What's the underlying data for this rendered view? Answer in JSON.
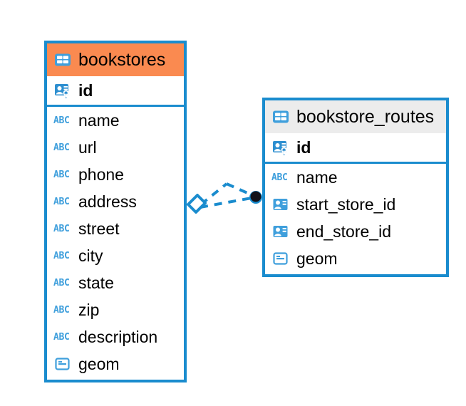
{
  "diagram": {
    "type": "entity-relationship-diagram",
    "background": "#ffffff",
    "accent_color": "#1a8cce",
    "selected_header_color": "#fa8a50",
    "header_color": "#ececec",
    "icon_color": "#3f9fdc",
    "text_color": "#000000"
  },
  "entities": [
    {
      "name": "bookstores",
      "selected": true,
      "header_icon": "table-icon",
      "primary_key": {
        "name": "id",
        "icon": "primary-key-icon"
      },
      "fields": [
        {
          "name": "name",
          "icon": "text-abc-icon"
        },
        {
          "name": "url",
          "icon": "text-abc-icon"
        },
        {
          "name": "phone",
          "icon": "text-abc-icon"
        },
        {
          "name": "address",
          "icon": "text-abc-icon"
        },
        {
          "name": "street",
          "icon": "text-abc-icon"
        },
        {
          "name": "city",
          "icon": "text-abc-icon"
        },
        {
          "name": "state",
          "icon": "text-abc-icon"
        },
        {
          "name": "zip",
          "icon": "text-abc-icon"
        },
        {
          "name": "description",
          "icon": "text-abc-icon"
        },
        {
          "name": "geom",
          "icon": "geometry-icon"
        }
      ]
    },
    {
      "name": "bookstore_routes",
      "selected": false,
      "header_icon": "table-icon",
      "primary_key": {
        "name": "id",
        "icon": "primary-key-icon"
      },
      "fields": [
        {
          "name": "name",
          "icon": "text-abc-icon"
        },
        {
          "name": "start_store_id",
          "icon": "foreign-key-icon"
        },
        {
          "name": "end_store_id",
          "icon": "foreign-key-icon"
        },
        {
          "name": "geom",
          "icon": "geometry-icon"
        }
      ]
    }
  ],
  "relationship": {
    "from": "bookstores",
    "to": "bookstore_routes",
    "line_style": "dashed",
    "source_marker": "diamond-open-icon",
    "target_marker": "filled-dot-icon",
    "cardinality": "one-to-many"
  },
  "icon_glyphs": {
    "text-abc-icon": "ABC"
  }
}
